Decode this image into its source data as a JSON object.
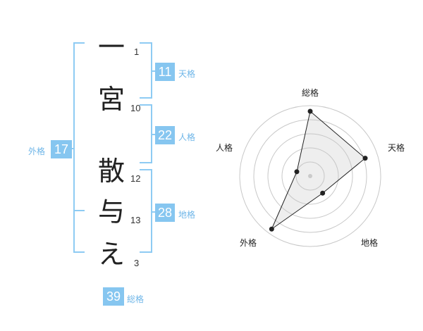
{
  "name": {
    "chars": [
      {
        "char": "一",
        "strokes": "1"
      },
      {
        "char": "宮",
        "strokes": "10"
      },
      {
        "char": "散",
        "strokes": "12"
      },
      {
        "char": "与",
        "strokes": "13"
      },
      {
        "char": "え",
        "strokes": "3"
      }
    ]
  },
  "kakusu": {
    "tenkaku": {
      "value": "11",
      "label": "天格"
    },
    "jinkaku": {
      "value": "22",
      "label": "人格"
    },
    "chikaku": {
      "value": "28",
      "label": "地格"
    },
    "gaikaku": {
      "value": "17",
      "label": "外格"
    },
    "soukaku": {
      "value": "39",
      "label": "総格"
    }
  },
  "radar": {
    "axes": [
      "総格",
      "天格",
      "地格",
      "外格",
      "人格"
    ],
    "values": [
      0.92,
      0.82,
      0.3,
      0.93,
      0.2
    ],
    "rings": 5
  },
  "colors": {
    "accent": "#86c6f0",
    "bracket": "#8ecbf3",
    "label": "#6fb6e8"
  }
}
